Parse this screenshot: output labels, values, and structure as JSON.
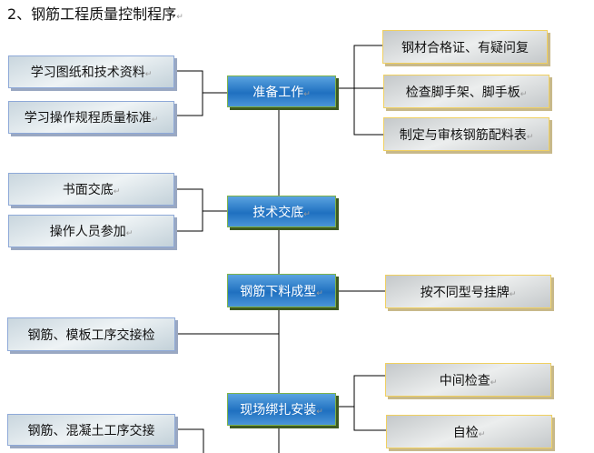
{
  "title": "2、钢筋工程质量控制程序",
  "center": [
    "准备工作",
    "技术交底",
    "钢筋下料成型",
    "现场绑扎安装"
  ],
  "left": [
    "学习图纸和技术资料",
    "学习操作规程质量标准",
    "书面交底",
    "操作人员参加",
    "钢筋、模板工序交接检",
    "钢筋、混凝土工序交接"
  ],
  "right": [
    "钢材合格证、有疑问复",
    "检查脚手架、脚手板",
    "制定与审核钢筋配料表",
    "按不同型号挂牌",
    "中间检查",
    "自检"
  ]
}
